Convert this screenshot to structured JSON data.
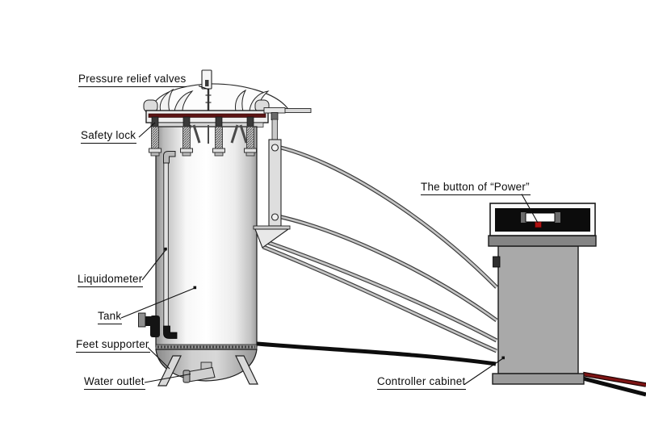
{
  "diagram": {
    "labels": {
      "pressure_relief_valves": "Pressure relief valves",
      "safety_lock": "Safety lock",
      "liquidometer": "Liquidometer",
      "tank": "Tank",
      "feet_supporter": "Feet supporter",
      "water_outlet": "Water outlet",
      "power_button": "The button of “Power”",
      "controller_cabinet": "Controller cabinet"
    },
    "colors": {
      "background": "#ffffff",
      "outline": "#1a1a1a",
      "flange_stripe": "#5c1414",
      "power_indicator": "#b01212",
      "cable_red": "#7d1414",
      "cable_black": "#0d0d0d",
      "cabinet_body": "#a9a9a9",
      "panel_black": "#0c0c0c"
    }
  }
}
